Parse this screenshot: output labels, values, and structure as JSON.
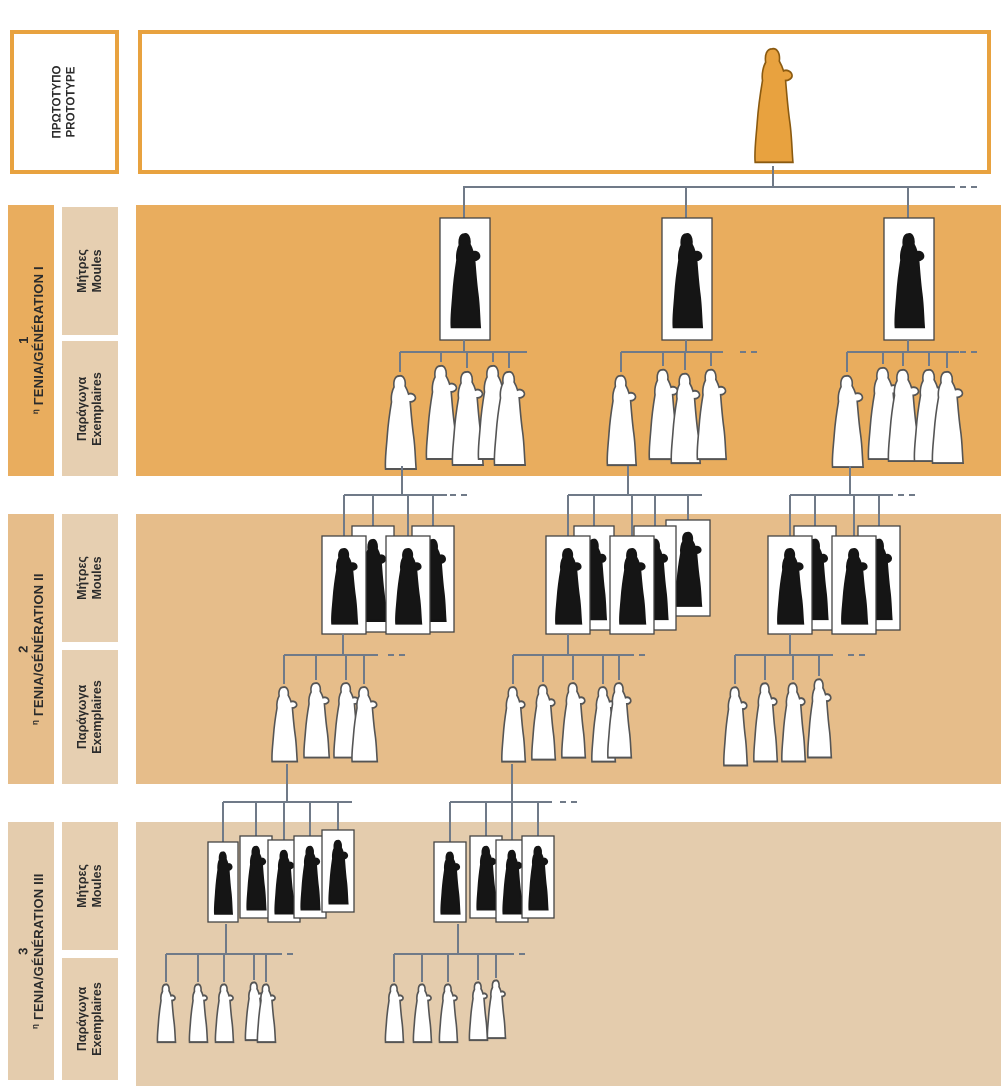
{
  "prototype": {
    "line1": "ΠΡΩΤΟΤΥΠΟ",
    "line2": "PROTOTYPE"
  },
  "generations": [
    {
      "prefix": "1",
      "sup": "η",
      "title": "ΓΕΝΙΑ/GÉNÉRATION I",
      "moulds": {
        "gr": "Μήτρες",
        "fr": "Moules"
      },
      "copies": {
        "gr": "Παράγωγα",
        "fr": "Exemplaires"
      }
    },
    {
      "prefix": "2",
      "sup": "η",
      "title": "ΓΕΝΙΑ/GÉNÉRATION II",
      "moulds": {
        "gr": "Μήτρες",
        "fr": "Moules"
      },
      "copies": {
        "gr": "Παράγωγα",
        "fr": "Exemplaires"
      }
    },
    {
      "prefix": "3",
      "sup": "η",
      "title": "ΓΕΝΙΑ/GÉNÉRATION III",
      "moulds": {
        "gr": "Μήτρες",
        "fr": "Moules"
      },
      "copies": {
        "gr": "Παράγωγα",
        "fr": "Exemplaires"
      }
    }
  ],
  "colors": {
    "orange": "#e8a23f",
    "band1": "#e9ad5e",
    "band2": "#e6bd8a",
    "band3": "#e4ccad",
    "labelBox": "#e6cfb1",
    "line": "#707a88",
    "silhouetteDark": "#151515",
    "silhouetteLight": "#ffffff"
  },
  "icons": {
    "prototype": "statue-silhouette-icon",
    "mould": "mould-frame-icon",
    "copy": "statuette-silhouette-icon"
  }
}
